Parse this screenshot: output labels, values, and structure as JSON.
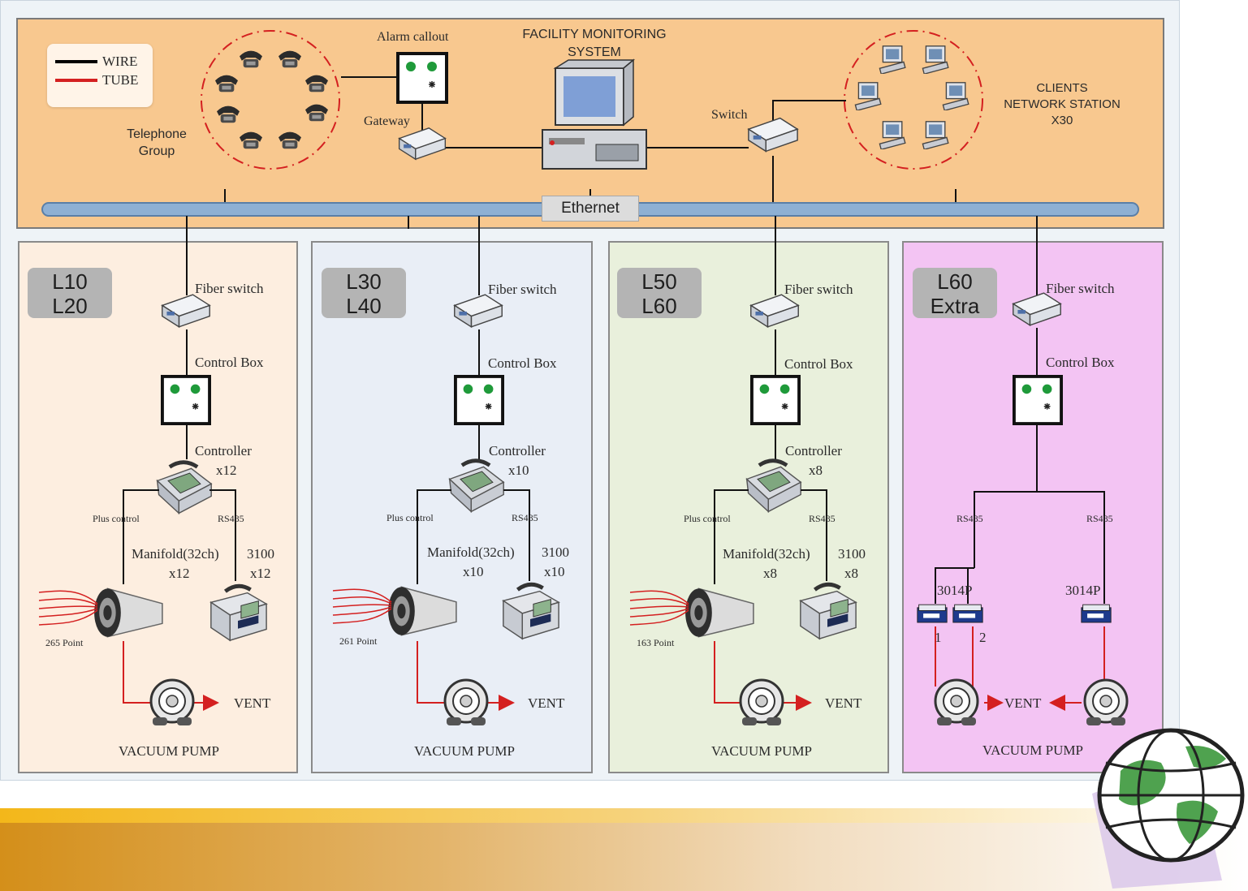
{
  "header": {
    "facility_title_line1": "FACILITY MONITORING",
    "facility_title_line2": "SYSTEM",
    "alarm_callout": "Alarm callout",
    "gateway": "Gateway",
    "switch": "Switch",
    "ethernet": "Ethernet",
    "telephone_line1": "Telephone",
    "telephone_line2": "Group",
    "clients_line1": "CLIENTS",
    "clients_line2": "NETWORK STATION",
    "clients_line3": "X30"
  },
  "legend": {
    "wire": "WIRE",
    "tube": "TUBE",
    "wire_color": "#000000",
    "tube_color": "#d42020"
  },
  "panels": [
    {
      "line1": "L10",
      "line2": "L20",
      "fiber_switch": "Fiber switch",
      "control_box": "Control Box",
      "controller": "Controller",
      "controller_count": "x12",
      "plus_control": "Plus control",
      "rs485": "RS485",
      "manifold": "Manifold(32ch)",
      "manifold_count": "x12",
      "counter_model": "3100",
      "counter_count": "x12",
      "points": "265 Point",
      "vent": "VENT",
      "vacuum_pump": "VACUUM PUMP",
      "bg": "#fdeee0"
    },
    {
      "line1": "L30",
      "line2": "L40",
      "fiber_switch": "Fiber switch",
      "control_box": "Control Box",
      "controller": "Controller",
      "controller_count": "x10",
      "plus_control": "Plus control",
      "rs485": "RS485",
      "manifold": "Manifold(32ch)",
      "manifold_count": "x10",
      "counter_model": "3100",
      "counter_count": "x10",
      "points": "261 Point",
      "vent": "VENT",
      "vacuum_pump": "VACUUM PUMP",
      "bg": "#e9eef6"
    },
    {
      "line1": "L50",
      "line2": "L60",
      "fiber_switch": "Fiber switch",
      "control_box": "Control Box",
      "controller": "Controller",
      "controller_count": "x8",
      "plus_control": "Plus control",
      "rs485": "RS485",
      "manifold": "Manifold(32ch)",
      "manifold_count": "x8",
      "counter_model": "3100",
      "counter_count": "x8",
      "points": "163 Point",
      "vent": "VENT",
      "vacuum_pump": "VACUUM PUMP",
      "bg": "#e9f0dc"
    },
    {
      "line1": "L60",
      "line2": "Extra",
      "fiber_switch": "Fiber switch",
      "control_box": "Control Box",
      "rs485_left": "RS485",
      "rs485_right": "RS485",
      "sensor_left": "3014P",
      "sensor_right": "3014P",
      "num1": "1",
      "num2": "2",
      "vent": "VENT",
      "vacuum_pump": "VACUUM PUMP",
      "bg": "#f3c4f3"
    }
  ]
}
